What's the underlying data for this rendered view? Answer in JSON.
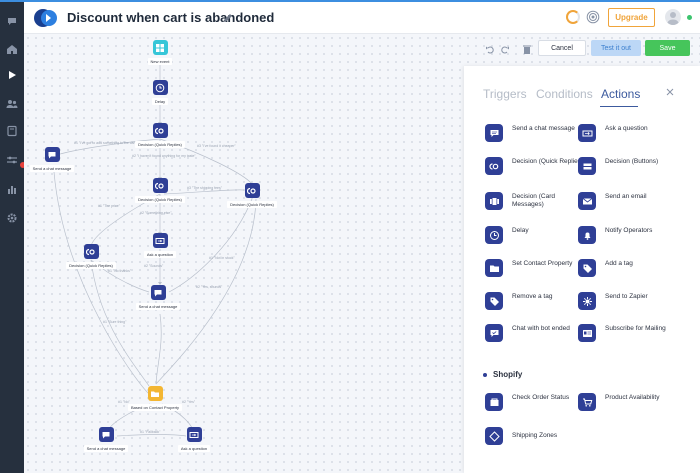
{
  "app": {
    "title": "Discount when cart is abandoned",
    "colors": {
      "accent": "#3c8ee0",
      "node": "#2f3f96",
      "save": "#46c55b",
      "upgrade": "#f0a43a"
    }
  },
  "header": {
    "upgrade_label": "Upgrade"
  },
  "toolbar": {
    "cancel_label": "Cancel",
    "test_label": "Test it out",
    "save_label": "Save"
  },
  "panel": {
    "tabs": [
      {
        "label": "Triggers",
        "active": false
      },
      {
        "label": "Conditions",
        "active": false
      },
      {
        "label": "Actions",
        "active": true
      }
    ],
    "actions": [
      {
        "label": "Send a chat message",
        "icon": "chat-icon"
      },
      {
        "label": "Ask a question",
        "icon": "question-input-icon"
      },
      {
        "label": "Decision (Quick Replies)",
        "icon": "quick-replies-icon"
      },
      {
        "label": "Decision (Buttons)",
        "icon": "buttons-icon"
      },
      {
        "label": "Decision (Card Messages)",
        "icon": "cards-icon"
      },
      {
        "label": "Send an email",
        "icon": "email-icon"
      },
      {
        "label": "Delay",
        "icon": "clock-icon"
      },
      {
        "label": "Notify Operators",
        "icon": "bell-icon"
      },
      {
        "label": "Set Contact Property",
        "icon": "folder-icon"
      },
      {
        "label": "Add a tag",
        "icon": "tag-icon"
      },
      {
        "label": "Remove a tag",
        "icon": "tag-remove-icon"
      },
      {
        "label": "Send to Zapier",
        "icon": "zapier-icon"
      },
      {
        "label": "Chat with bot ended",
        "icon": "chat-ended-icon"
      },
      {
        "label": "Subscribe for Mailing",
        "icon": "subscribe-icon"
      }
    ],
    "shopify": {
      "title": "Shopify",
      "actions": [
        {
          "label": "Check Order Status",
          "icon": "order-icon"
        },
        {
          "label": "Product Availability",
          "icon": "cart-icon"
        },
        {
          "label": "Shipping Zones",
          "icon": "shipping-icon"
        }
      ]
    }
  },
  "flow": {
    "nodes": {
      "new_event": "New event",
      "delay": "Delay",
      "dqr_top": "Decision (Quick Replies)",
      "send_chat_left": "Send a chat message",
      "dqr_mid": "Decision (Quick Replies)",
      "dqr_right": "Decision (Quick Replies)",
      "ask_question_mid": "Ask a question",
      "dqr_left": "Decision (Quick Replies)",
      "send_chat_center": "Send a chat message",
      "set_contact": "Based on Contact Property",
      "send_chat_bottom": "Send a chat message",
      "ask_question_bottom": "Ask a question"
    },
    "edge_labels": [
      "#1 \"I've got to add something to the cart\"",
      "#2 \"I haven't found anything for my taste\"",
      "#3 \"I've found it cheaper\"",
      "#1 \"The price\"",
      "#2 \"Something else\"",
      "#3 \"The shipping fees\"",
      "#1 \"No thanks\"",
      "#2 \"Sounds\"",
      "#2 \"Yes, sounds\"",
      "#1 \"Not in stock\"",
      "#1 \"Sure thing\"",
      "#1 \"No\"",
      "#2 \"Yes\"",
      "#1 \"Fallback\""
    ]
  }
}
